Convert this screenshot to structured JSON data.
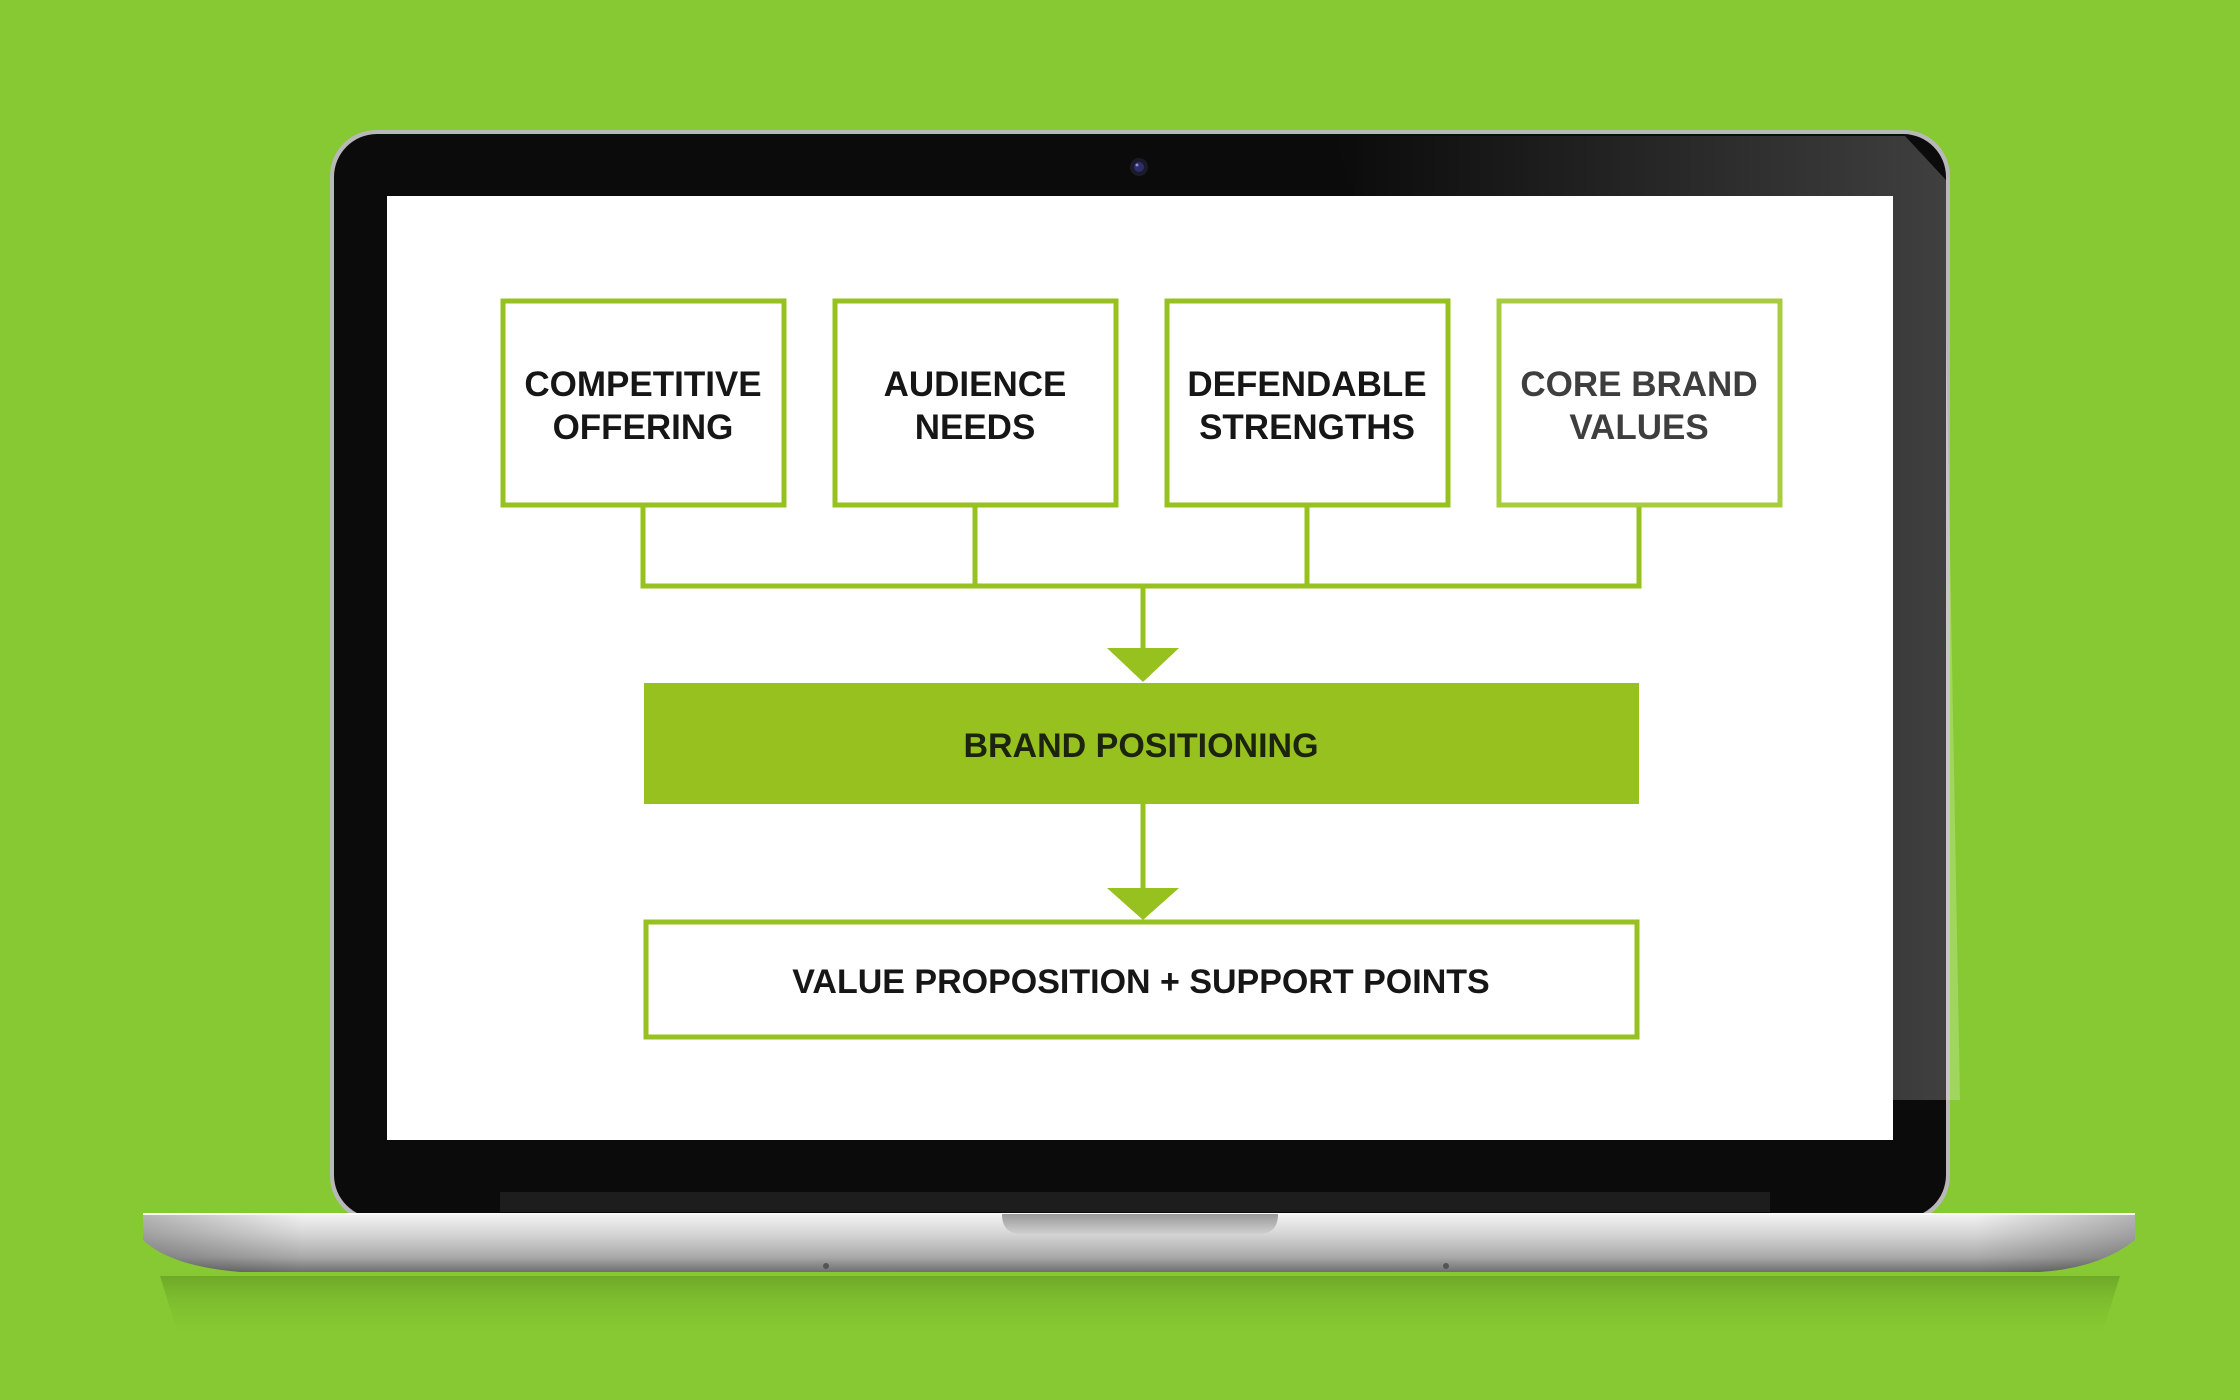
{
  "colors": {
    "background": "#86c932",
    "accent": "#97c11f",
    "screen": "#ffffff",
    "bezel": "#0c0c0c",
    "text": "#161616"
  },
  "inputs": [
    {
      "line1": "COMPETITIVE",
      "line2": "OFFERING"
    },
    {
      "line1": "AUDIENCE",
      "line2": "NEEDS"
    },
    {
      "line1": "DEFENDABLE",
      "line2": "STRENGTHS"
    },
    {
      "line1": "CORE BRAND",
      "line2": "VALUES"
    }
  ],
  "center": {
    "label": "BRAND POSITIONING"
  },
  "output": {
    "label": "VALUE PROPOSITION + SUPPORT POINTS"
  },
  "icons": {
    "camera": "webcam-icon"
  }
}
